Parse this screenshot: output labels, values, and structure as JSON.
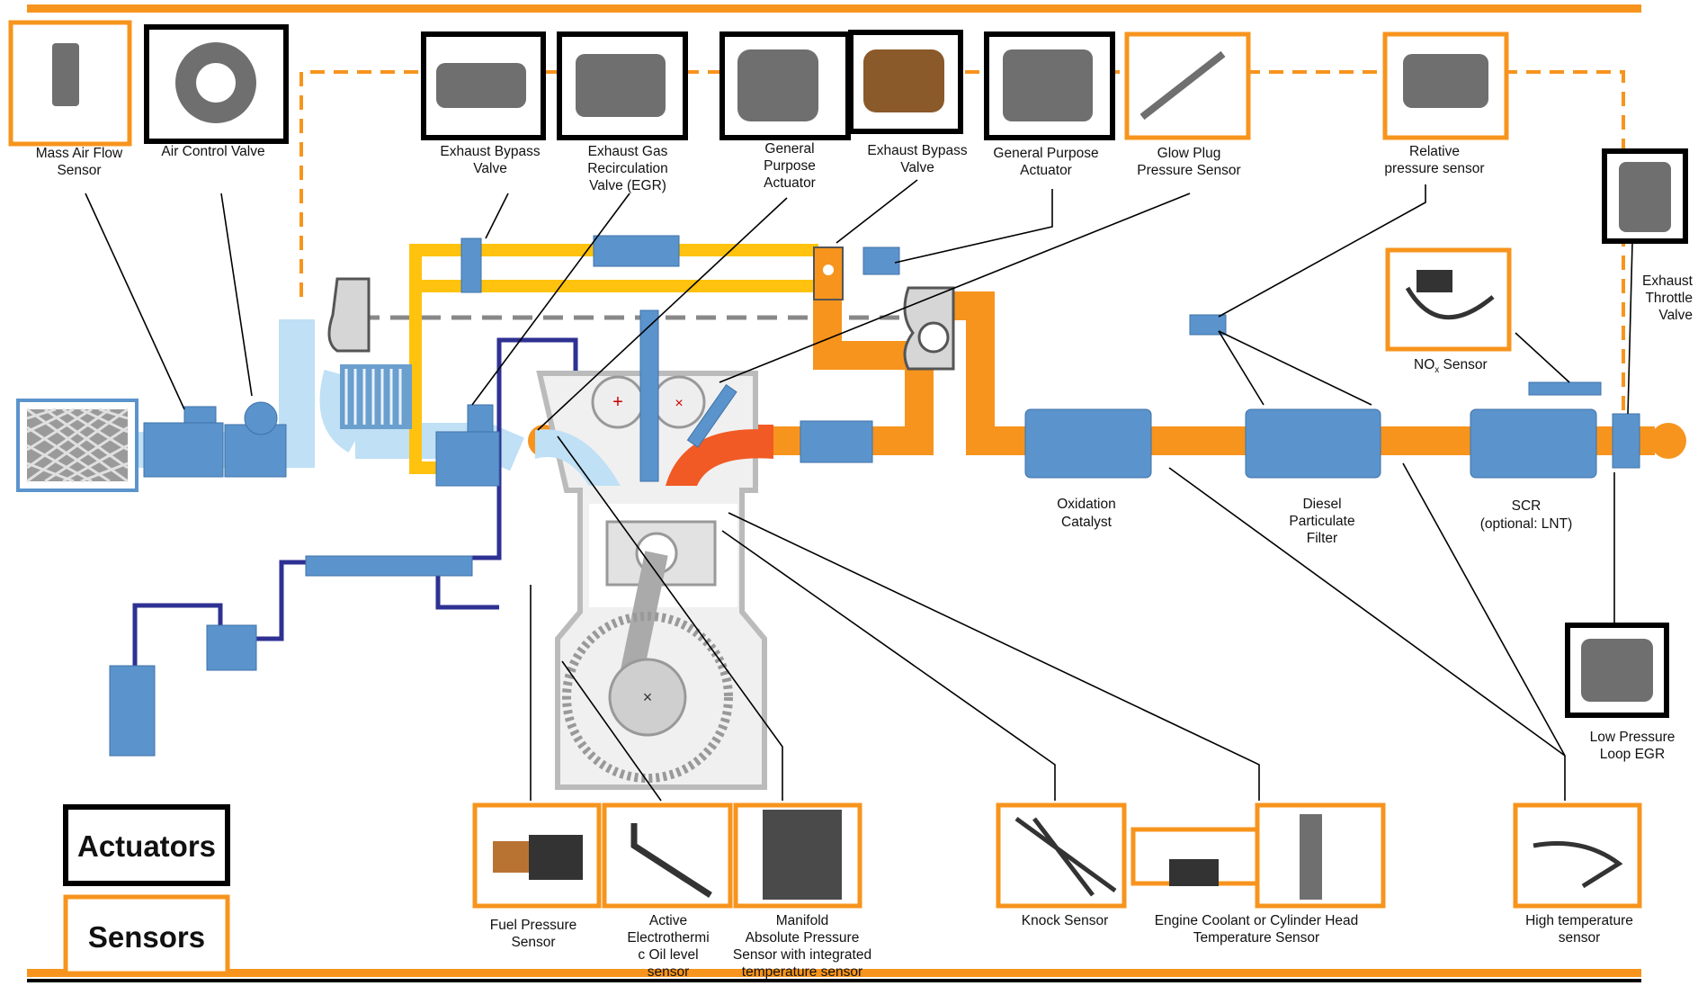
{
  "legend": {
    "actuators": "Actuators",
    "sensors": "Sensors"
  },
  "colors": {
    "sensor_border": "#f7941d",
    "actuator_border": "#000000",
    "intake_air": "#bfe0f5",
    "charge_air_pipe": "#ffc20e",
    "exhaust_pipe": "#f7941d",
    "fuel_line": "#2e3192",
    "components": "#5b94cc"
  },
  "labels": {
    "maf": [
      "Mass Air Flow",
      "Sensor"
    ],
    "air_control_valve": [
      "Air Control Valve"
    ],
    "exhaust_bypass_valve_1": [
      "Exhaust Bypass",
      "Valve"
    ],
    "egr_valve": [
      "Exhaust Gas",
      "Recirculation",
      "Valve (EGR)"
    ],
    "general_purpose_actuator_1": [
      "General",
      "Purpose",
      "Actuator"
    ],
    "exhaust_bypass_valve_2": [
      "Exhaust Bypass",
      "Valve"
    ],
    "general_purpose_actuator_2": [
      "General Purpose",
      "Actuator"
    ],
    "glow_plug_pressure_sensor": [
      "Glow Plug",
      "Pressure Sensor"
    ],
    "relative_pressure_sensor": [
      "Relative",
      "pressure sensor"
    ],
    "exhaust_throttle_valve": [
      "Exhaust",
      "Throttle",
      "Valve"
    ],
    "nox_sensor_main": "NO",
    "nox_sensor_sub": "x",
    "nox_sensor_rest": " Sensor",
    "oxidation_catalyst": [
      "Oxidation",
      "Catalyst"
    ],
    "dpf": [
      "Diesel",
      "Particulate",
      "Filter"
    ],
    "scr": [
      "SCR",
      "(optional: LNT)"
    ],
    "low_pressure_egr": [
      "Low Pressure",
      "Loop EGR"
    ],
    "fuel_pressure_sensor": [
      "Fuel Pressure",
      "Sensor"
    ],
    "oil_level_sensor": [
      "Active",
      "Electrothermi",
      "c Oil level",
      "sensor"
    ],
    "map_sensor": [
      "Manifold",
      "Absolute Pressure",
      "Sensor with integrated",
      "temperature sensor"
    ],
    "knock_sensor": [
      "Knock Sensor"
    ],
    "coolant_temp_sensor": [
      "Engine Coolant or Cylinder Head",
      "Temperature Sensor"
    ],
    "high_temp_sensor": [
      "High temperature",
      "sensor"
    ]
  }
}
